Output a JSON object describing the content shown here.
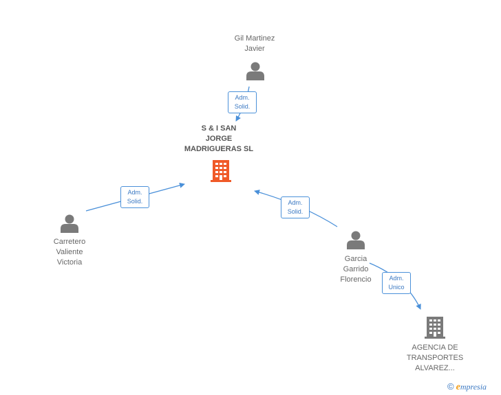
{
  "nodes": {
    "main_company": {
      "label": "S & I SAN\nJORGE\nMADRIGUERAS SL",
      "type": "company-main"
    },
    "gil": {
      "label": "Gil Martinez\nJavier",
      "type": "person"
    },
    "carretero": {
      "label": "Carretero\nValiente\nVictoria",
      "type": "person"
    },
    "garcia": {
      "label": "Garcia\nGarrido\nFlorencio",
      "type": "person"
    },
    "agencia": {
      "label": "AGENCIA DE\nTRANSPORTES\nALVAREZ...",
      "type": "company"
    }
  },
  "edges": [
    {
      "from": "gil",
      "to": "main_company",
      "label": "Adm.\nSolid."
    },
    {
      "from": "carretero",
      "to": "main_company",
      "label": "Adm.\nSolid."
    },
    {
      "from": "garcia",
      "to": "main_company",
      "label": "Adm.\nSolid."
    },
    {
      "from": "garcia",
      "to": "agencia",
      "label": "Adm.\nUnico"
    }
  ],
  "colors": {
    "edge": "#4a90d9",
    "person": "#7a7a7a",
    "company_main": "#f05a28",
    "company": "#7a7a7a"
  },
  "brand": {
    "copyright": "©",
    "e": "e",
    "rest": "mpresia"
  }
}
